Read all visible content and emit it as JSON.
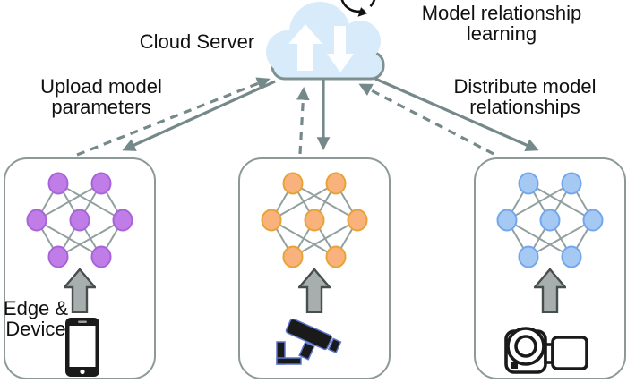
{
  "labels": {
    "cloud_server": "Cloud Server",
    "model_relationship_learning": "Model relationship\nlearning",
    "upload_model_parameters": "Upload model\nparameters",
    "distribute_model_relationships": "Distribute model\nrelationships",
    "edge_and_device": "Edge &\nDevice"
  },
  "icons": {
    "cloud": "cloud-sync-icon",
    "cloud_up_arrow": "upload-arrow-icon",
    "cloud_down_arrow": "download-arrow-icon",
    "refresh": "counterclockwise-loop-icon",
    "block_arrow": "up-block-arrow-icon",
    "device_icons": [
      "smartphone-icon",
      "cctv-camera-icon",
      "camcorder-icon"
    ]
  },
  "colors": {
    "arrow_slate": "#76898a",
    "network_edge": "#93a0a0",
    "cloud_fill": "#d7ebfa",
    "cloud_shadow": "#7e9090",
    "cloud_arrow_white": "#ffffff",
    "refresh_black": "#111111",
    "block_arrow_fill": "#a8adad",
    "block_arrow_border": "#474e4e",
    "box_border": "#8d9898",
    "device_icon_black": "#1a1a1a",
    "cctv_outline": "#5b76cc",
    "text": "#111111"
  },
  "devices": {
    "network_layers": [
      2,
      3,
      2
    ],
    "items": [
      {
        "name": "smartphone",
        "node_fill": "#c07de8",
        "node_stroke": "#a764d9"
      },
      {
        "name": "cctv-camera",
        "node_fill": "#f9b27c",
        "node_stroke": "#e8a335"
      },
      {
        "name": "camcorder",
        "node_fill": "#a6c9f3",
        "node_stroke": "#72a7ee"
      }
    ]
  }
}
